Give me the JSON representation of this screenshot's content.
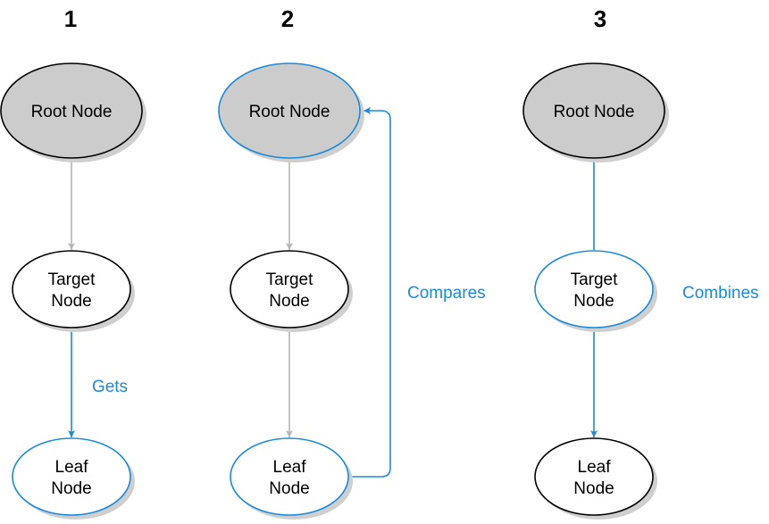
{
  "colors": {
    "accent": "#1b8ad8",
    "edge_default": "#b5b5b5",
    "edge_strong": "#000000",
    "root_fill": "#cccccc",
    "node_fill": "#ffffff",
    "shadow": "#cfcfcf",
    "text": "#000000"
  },
  "steps": [
    {
      "title": "1",
      "nodes": {
        "root": {
          "lines": [
            "Root Node"
          ],
          "fill": "root",
          "stroke": "black"
        },
        "target": {
          "lines": [
            "Target",
            "Node"
          ],
          "fill": "white",
          "stroke": "black"
        },
        "leaf": {
          "lines": [
            "Leaf",
            "Node"
          ],
          "fill": "white",
          "stroke": "accent"
        }
      },
      "edges": [
        {
          "from": "root",
          "to": "target",
          "style": "default",
          "arrow": true
        },
        {
          "from": "target",
          "to": "leaf",
          "style": "accent",
          "arrow": true
        }
      ],
      "annotation": {
        "text": "Gets"
      }
    },
    {
      "title": "2",
      "nodes": {
        "root": {
          "lines": [
            "Root Node"
          ],
          "fill": "root",
          "stroke": "accent"
        },
        "target": {
          "lines": [
            "Target",
            "Node"
          ],
          "fill": "white",
          "stroke": "black"
        },
        "leaf": {
          "lines": [
            "Leaf",
            "Node"
          ],
          "fill": "white",
          "stroke": "accent"
        }
      },
      "edges": [
        {
          "from": "root",
          "to": "target",
          "style": "default",
          "arrow": true
        },
        {
          "from": "target",
          "to": "leaf",
          "style": "default",
          "arrow": true
        }
      ],
      "compare_link": {
        "between": [
          "root",
          "leaf"
        ],
        "style": "accent"
      },
      "annotation": {
        "text": "Compares"
      }
    },
    {
      "title": "3",
      "nodes": {
        "root": {
          "lines": [
            "Root Node"
          ],
          "fill": "root",
          "stroke": "black"
        },
        "target": {
          "lines": [
            "Target",
            "Node"
          ],
          "fill": "white",
          "stroke": "accent"
        },
        "leaf": {
          "lines": [
            "Leaf",
            "Node"
          ],
          "fill": "white",
          "stroke": "black"
        }
      },
      "edges": [
        {
          "from": "root",
          "to": "target",
          "style": "accent",
          "arrow": false
        },
        {
          "from": "target",
          "to": "leaf",
          "style": "accent",
          "arrow": true
        }
      ],
      "annotation": {
        "text": "Combines"
      }
    }
  ]
}
